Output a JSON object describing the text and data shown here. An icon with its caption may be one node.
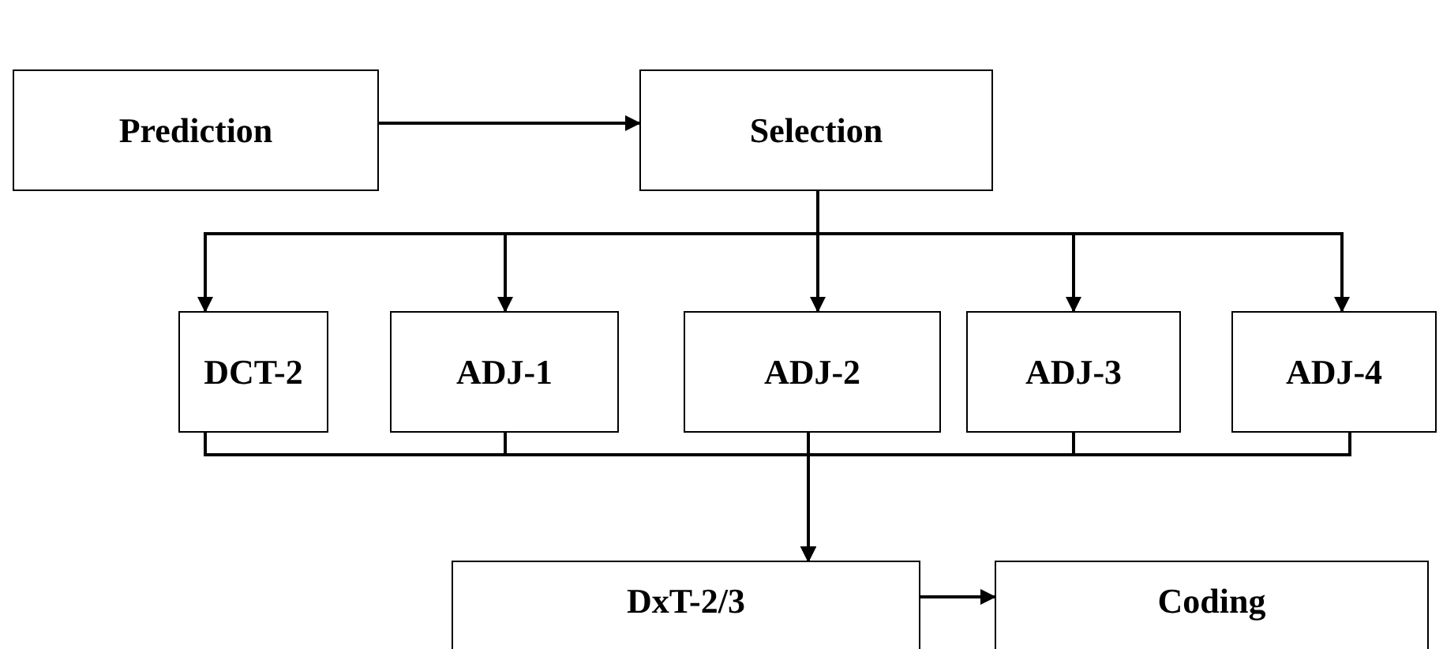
{
  "diagram": {
    "nodes": [
      {
        "text": [
          "Prediction"
        ]
      },
      {
        "text": [
          "Selection"
        ]
      },
      {
        "text": [
          "DCT-2"
        ]
      },
      {
        "text": [
          "ADJ-1"
        ]
      },
      {
        "text": [
          "ADJ-2"
        ]
      },
      {
        "text": [
          "ADJ-3"
        ]
      },
      {
        "text": [
          "ADJ-4"
        ]
      },
      {
        "text": [
          "DxT-2/3"
        ]
      },
      {
        "text": [
          "Coding"
        ]
      }
    ],
    "edges": [
      {
        "from": 0,
        "to": 1,
        "arrow": "to"
      },
      {
        "from": 1,
        "to": 2,
        "arrow": "to"
      },
      {
        "from": 1,
        "to": 3,
        "arrow": "to"
      },
      {
        "from": 1,
        "to": 4,
        "arrow": "to"
      },
      {
        "from": 1,
        "to": 5,
        "arrow": "to"
      },
      {
        "from": 1,
        "to": 6,
        "arrow": "to"
      },
      {
        "from": 2,
        "to": 7,
        "arrow": "to"
      },
      {
        "from": 3,
        "to": 7,
        "arrow": "to"
      },
      {
        "from": 4,
        "to": 7,
        "arrow": "to"
      },
      {
        "from": 5,
        "to": 7,
        "arrow": "to"
      },
      {
        "from": 6,
        "to": 7,
        "arrow": "to"
      },
      {
        "from": 7,
        "to": 8,
        "arrow": "to"
      }
    ]
  }
}
